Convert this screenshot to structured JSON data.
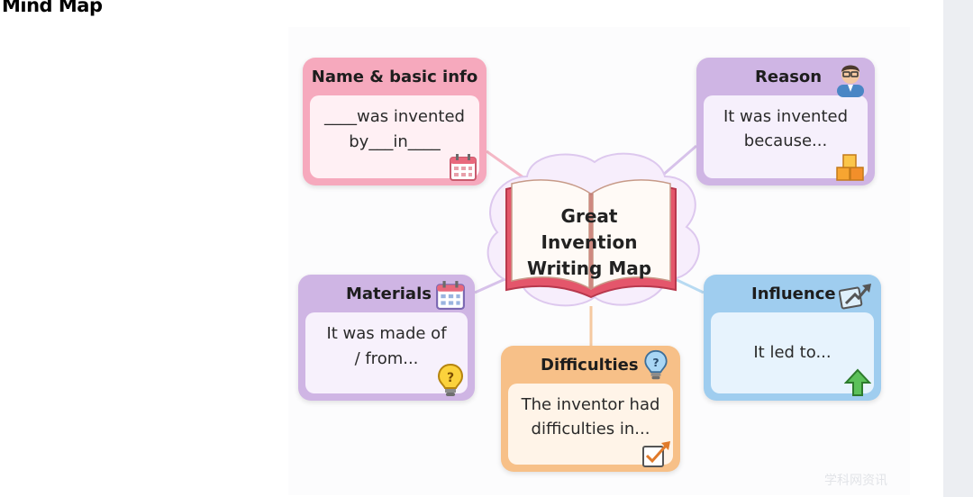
{
  "header": {
    "title": "Mind Map"
  },
  "center": {
    "title_line1": "Great Invention",
    "title_line2": "Writing Map"
  },
  "nodes": {
    "name_info": {
      "title": "Name & basic info",
      "line1": "____was invented",
      "line2": "by___in____"
    },
    "reason": {
      "title": "Reason",
      "line1": "It was invented",
      "line2": "because..."
    },
    "materials": {
      "title": "Materials",
      "line1": "It was made of",
      "line2": "/ from..."
    },
    "influence": {
      "title": "Influence",
      "line1": "It led to..."
    },
    "difficulties": {
      "title": "Difficulties",
      "line1": "The inventor had",
      "line2": "difficulties in..."
    }
  },
  "watermark": "学科网资讯",
  "colors": {
    "pink": "#f6a9bd",
    "purple": "#cfb5e4",
    "blue": "#9fcdef",
    "orange": "#f7c088",
    "book_red": "#e4566b"
  },
  "icons": {
    "name_info": "calendar-icon",
    "reason": [
      "person-icon",
      "blocks-icon"
    ],
    "materials": [
      "calendar-icon",
      "lightbulb-icon"
    ],
    "influence": [
      "growth-arrow-icon",
      "up-arrow-icon"
    ],
    "difficulties": [
      "lightbulb-icon",
      "checkbox-arrow-icon"
    ],
    "center": "open-book-icon"
  }
}
